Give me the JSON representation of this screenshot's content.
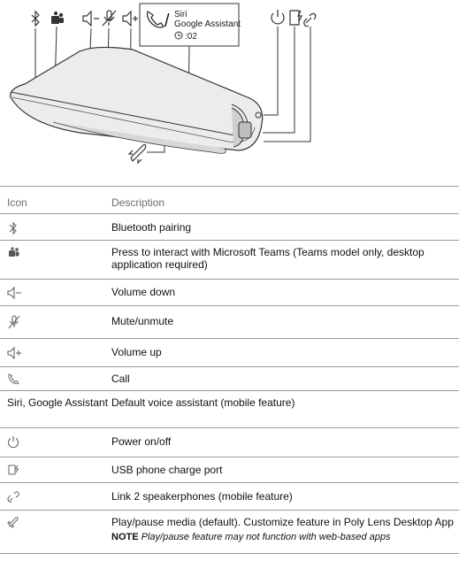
{
  "diagram": {
    "callout_lines": [
      "Siri",
      "Google Assistant"
    ],
    "timer": ":02"
  },
  "table": {
    "header": {
      "icon": "Icon",
      "description": "Description"
    },
    "rows": [
      {
        "icon": "bluetooth-icon",
        "description": "Bluetooth pairing"
      },
      {
        "icon": "teams-icon",
        "description": "Press to interact with Microsoft Teams (Teams model only, desktop application required)"
      },
      {
        "icon": "volume-down-icon",
        "description": "Volume down"
      },
      {
        "icon": "mute-icon",
        "description": "Mute/unmute"
      },
      {
        "icon": "volume-up-icon",
        "description": "Volume up"
      },
      {
        "icon": "call-icon",
        "description": "Call"
      },
      {
        "icon_text": "Siri, Google Assistant",
        "description": "Default voice assistant (mobile feature)"
      },
      {
        "icon": "power-icon",
        "description": "Power on/off"
      },
      {
        "icon": "usb-charge-icon",
        "description": "USB phone charge port"
      },
      {
        "icon": "link-icon",
        "description": "Link 2 speakerphones (mobile feature)"
      },
      {
        "icon": "rocket-icon",
        "description": "Play/pause media (default). Customize feature in Poly Lens Desktop App",
        "note_label": "NOTE",
        "note_text": "Play/pause feature may not function with web-based apps"
      }
    ]
  }
}
